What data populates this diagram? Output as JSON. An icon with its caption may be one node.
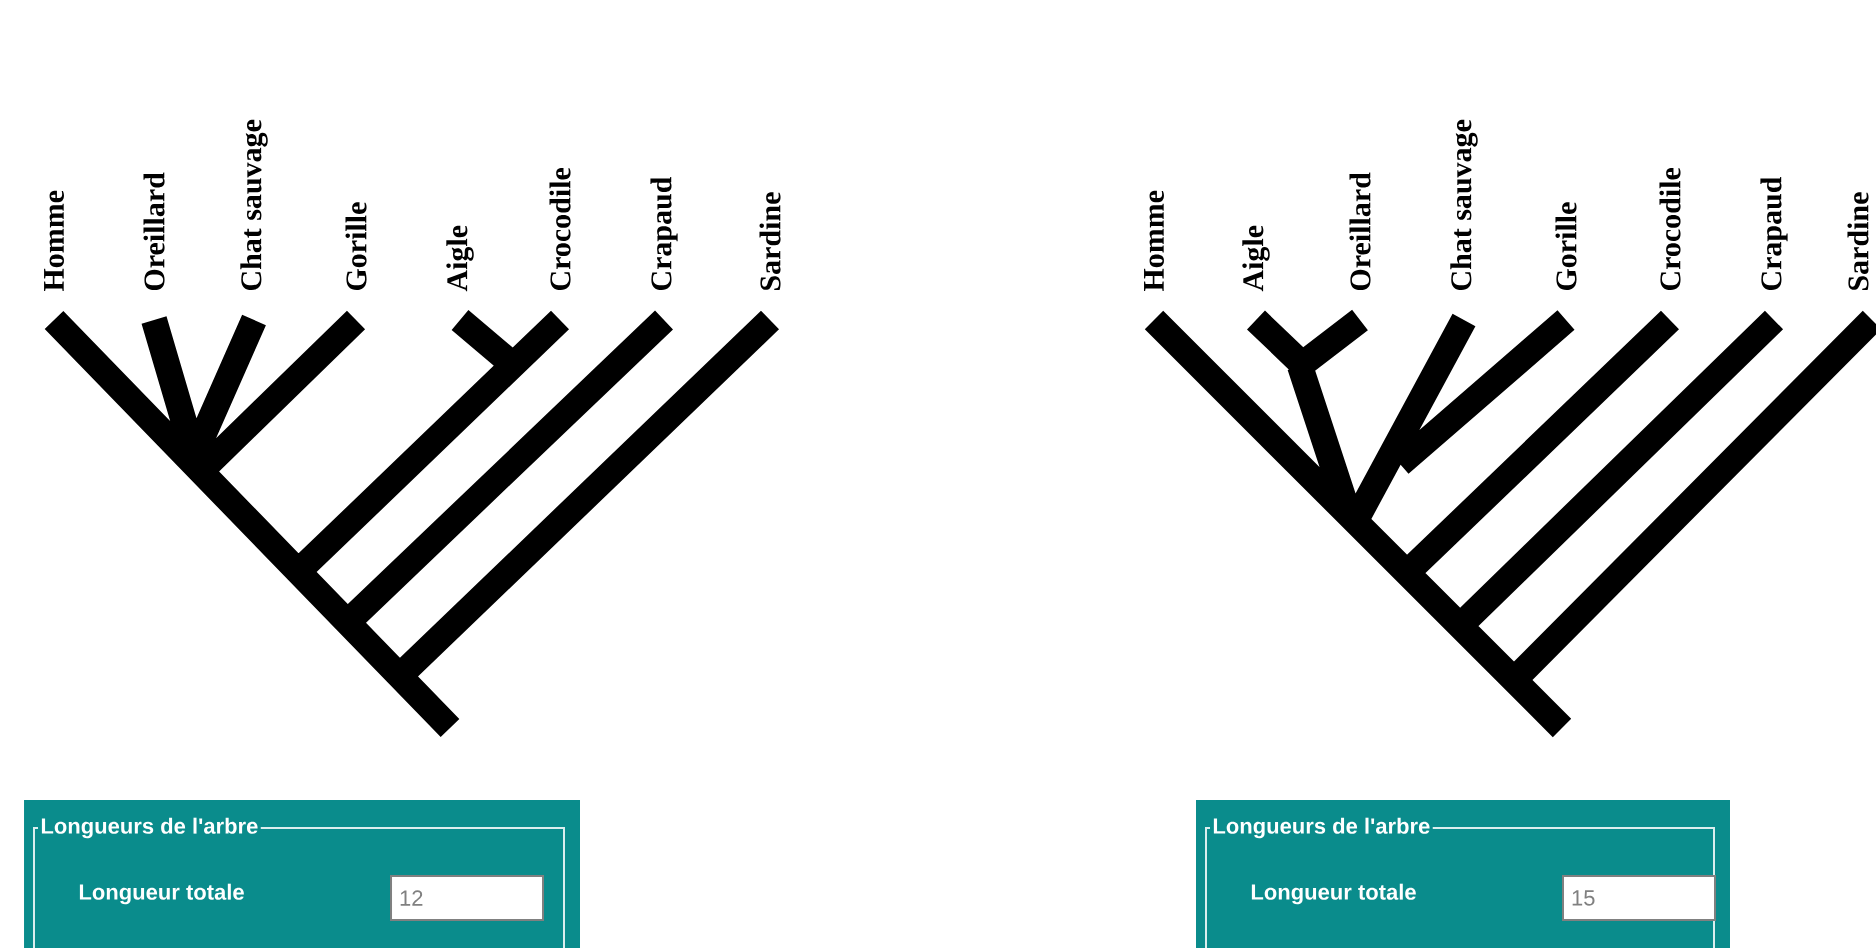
{
  "diagram": {
    "nodes": [
      {
        "text": [
          "Longueurs de l'arbre",
          "Longueur totale"
        ]
      },
      {
        "text": [
          "12"
        ],
        "in": 0
      },
      {
        "text": [
          "Longueurs de l'arbre",
          "Longueur totale"
        ]
      },
      {
        "text": [
          "15"
        ],
        "in": 2
      }
    ],
    "labels": [
      "Homme",
      "Oreillard",
      "Chat sauvage",
      "Gorille",
      "Aigle",
      "Crocodile",
      "Crapaud",
      "Sardine",
      "Homme",
      "Aigle",
      "Oreillard",
      "Chat sauvage",
      "Gorille",
      "Crocodile",
      "Crapaud",
      "Sardine"
    ]
  }
}
